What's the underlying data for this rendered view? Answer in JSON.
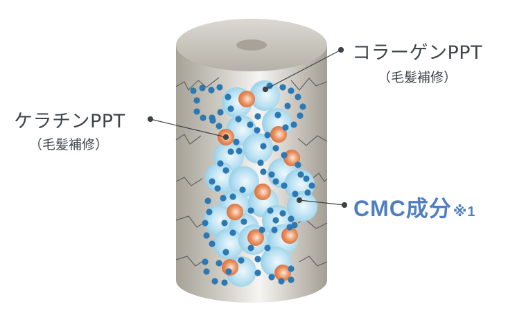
{
  "title": "Hair cross-section repair diagram",
  "labels": {
    "keratin": {
      "name": "ケラチンPPT",
      "sub": "（毛髪補修）"
    },
    "collagen": {
      "name": "コラーゲンPPT",
      "sub": "（毛髪補修）"
    },
    "cmc": {
      "name": "CMC成分",
      "note": "※1"
    }
  },
  "colors": {
    "text": "#3f4548",
    "cmc_text": "#4f7fc1",
    "leader_line": "#3d4246",
    "cylinder_dark": "#a19d93",
    "cylinder_light": "#f3f1ed",
    "sphere_blue": "#a9d8ee",
    "sphere_orange": "#e07c48",
    "dot_blue": "#2b78b3"
  }
}
